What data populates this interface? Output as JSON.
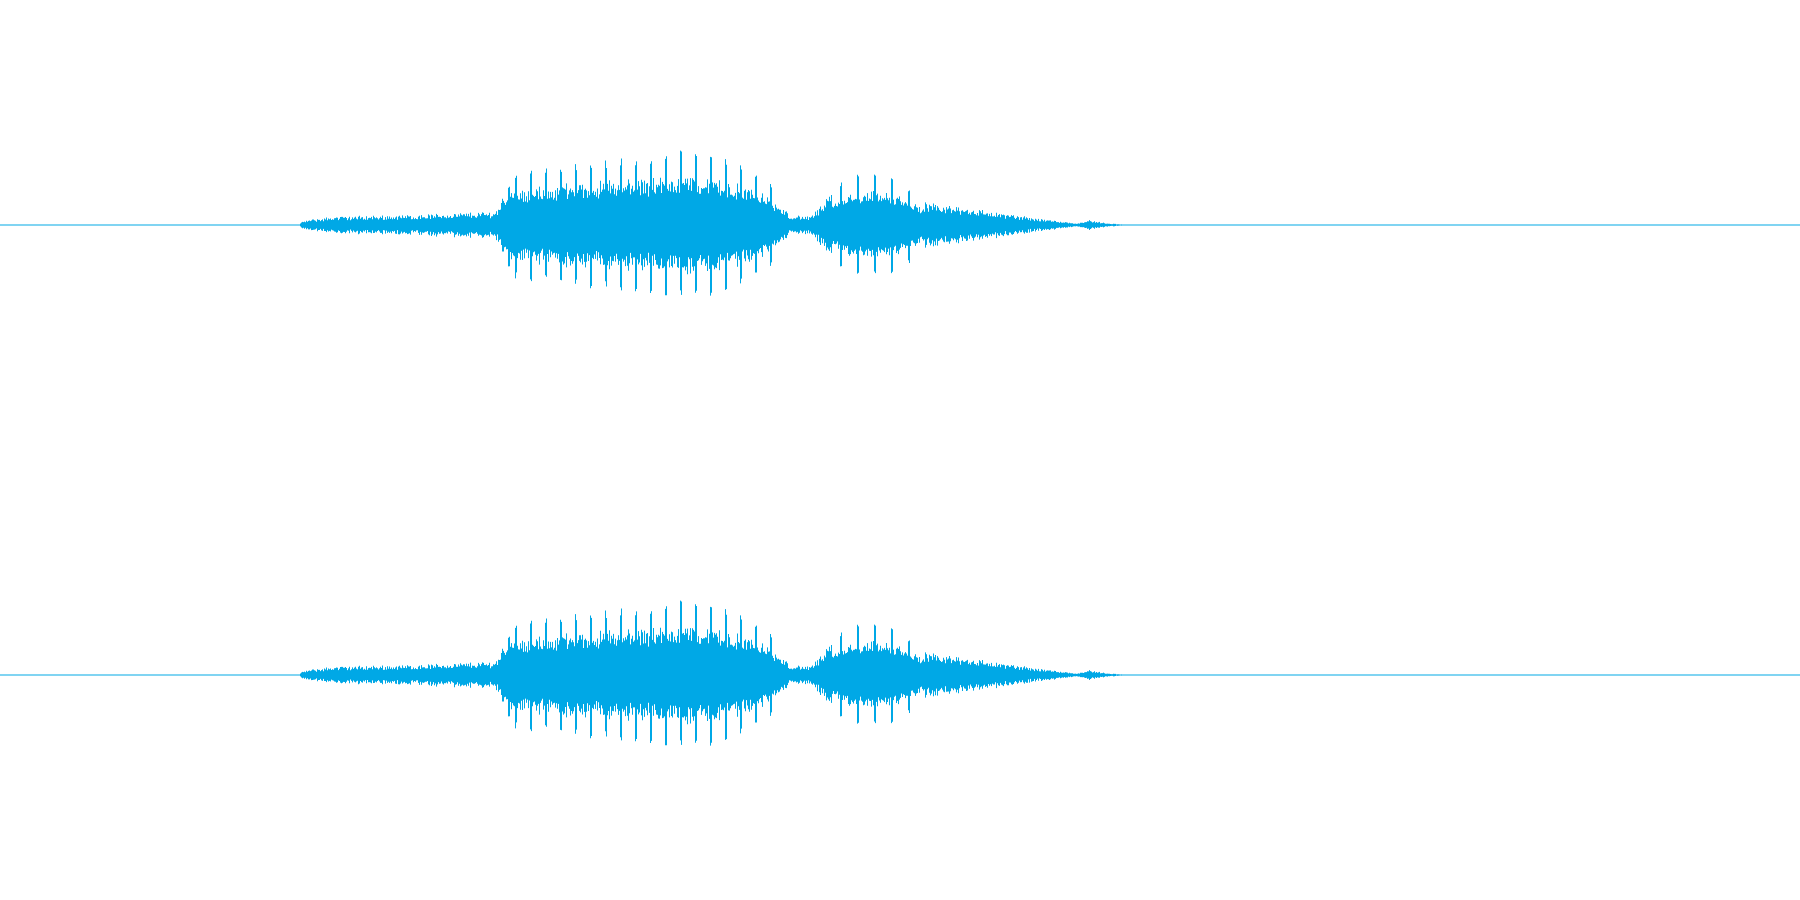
{
  "waveform": {
    "color": "#00a8e6",
    "channels": [
      {
        "id": "left"
      },
      {
        "id": "right"
      }
    ],
    "envelope": [
      {
        "t": 0.0,
        "a": 0.0
      },
      {
        "t": 0.166,
        "a": 0.0
      },
      {
        "t": 0.168,
        "a": 0.05
      },
      {
        "t": 0.185,
        "a": 0.1
      },
      {
        "t": 0.23,
        "a": 0.12
      },
      {
        "t": 0.275,
        "a": 0.16
      },
      {
        "t": 0.285,
        "a": 0.6
      },
      {
        "t": 0.32,
        "a": 0.7
      },
      {
        "t": 0.36,
        "a": 0.78
      },
      {
        "t": 0.38,
        "a": 0.85
      },
      {
        "t": 0.4,
        "a": 0.76
      },
      {
        "t": 0.425,
        "a": 0.55
      },
      {
        "t": 0.438,
        "a": 0.12
      },
      {
        "t": 0.45,
        "a": 0.1
      },
      {
        "t": 0.47,
        "a": 0.55
      },
      {
        "t": 0.485,
        "a": 0.6
      },
      {
        "t": 0.5,
        "a": 0.52
      },
      {
        "t": 0.515,
        "a": 0.25
      },
      {
        "t": 0.535,
        "a": 0.22
      },
      {
        "t": 0.553,
        "a": 0.15
      },
      {
        "t": 0.58,
        "a": 0.07
      },
      {
        "t": 0.598,
        "a": 0.02
      },
      {
        "t": 0.605,
        "a": 0.06
      },
      {
        "t": 0.612,
        "a": 0.03
      },
      {
        "t": 0.626,
        "a": 0.0
      },
      {
        "t": 1.0,
        "a": 0.0
      }
    ]
  }
}
